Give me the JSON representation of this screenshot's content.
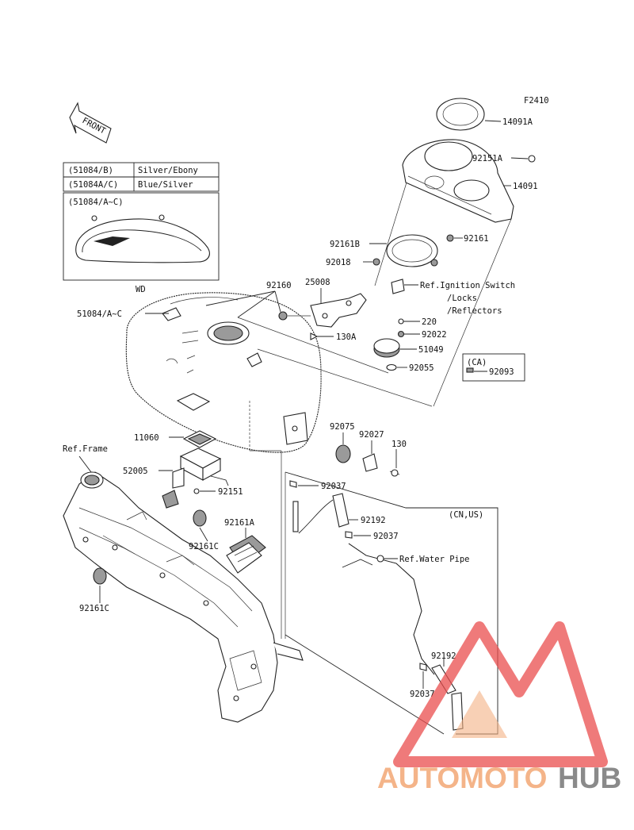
{
  "figure_code": "F2410",
  "front_label": "FRONT",
  "color_table": [
    {
      "code": "(51084/B)",
      "color": "Silver/Ebony"
    },
    {
      "code": "(51084A/C)",
      "color": "Blue/Silver"
    }
  ],
  "inset_label": "(51084/A~C)",
  "wd_label": "WD",
  "callouts": {
    "p14091A": "14091A",
    "p92151A": "92151A",
    "p14091": "14091",
    "p92161": "92161",
    "p92161B": "92161B",
    "p92018": "92018",
    "ref_ignition_1": "Ref.Ignition Switch",
    "ref_ignition_2": "/Locks",
    "ref_ignition_3": "/Reflectors",
    "p92160": "92160",
    "p25008": "25008",
    "p51084": "51084/A~C",
    "p220": "220",
    "p92022": "92022",
    "p130A": "130A",
    "p51049": "51049",
    "ca_label": "(CA)",
    "p92093": "92093",
    "p92055": "92055",
    "p11060": "11060",
    "p92075": "92075",
    "p92027": "92027",
    "p130": "130",
    "ref_frame": "Ref.Frame",
    "p52005": "52005",
    "p92037a": "92037",
    "p92151": "92151",
    "cnus_label": "(CN,US)",
    "p92192a": "92192",
    "p92037b": "92037",
    "p92161A": "92161A",
    "p92161Ca": "92161C",
    "ref_water_pipe": "Ref.Water Pipe",
    "p92161Cb": "92161C",
    "p92192b": "92192",
    "p92037c": "92037"
  },
  "watermark": {
    "part1": "AUTOMOTO",
    "part2": "HUB",
    "color_a": "#f4b183",
    "color_b": "#e94d4d",
    "color_c": "#8a8a8a"
  }
}
